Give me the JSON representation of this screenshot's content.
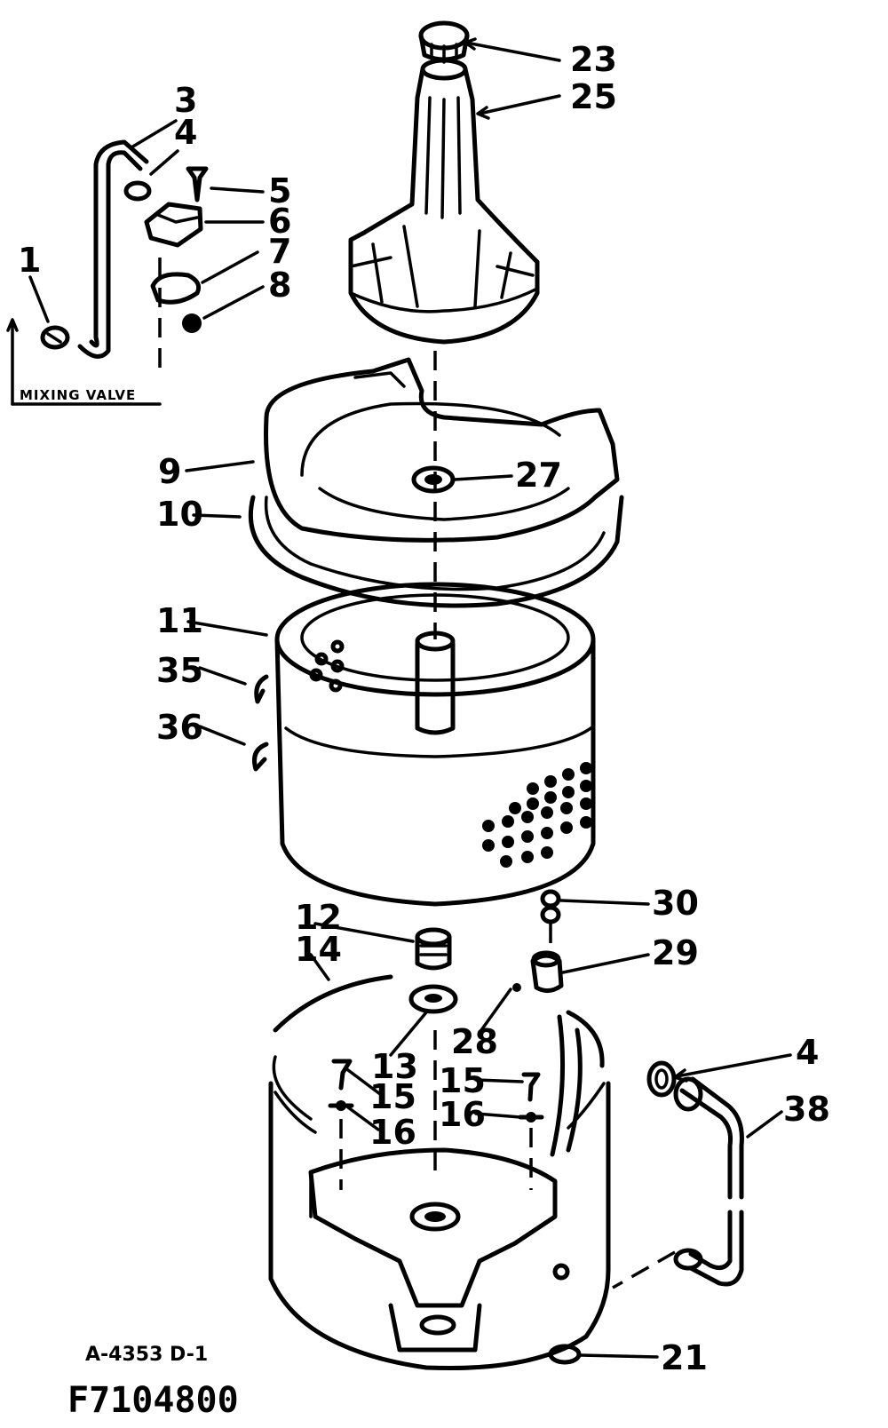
{
  "labels": {
    "p1": "1",
    "p3": "3",
    "p4a": "4",
    "p5": "5",
    "p6": "6",
    "p7": "7",
    "p8": "8",
    "p9": "9",
    "p10": "10",
    "p11": "11",
    "p12": "12",
    "p13": "13",
    "p14": "14",
    "p15a": "15",
    "p15b": "15",
    "p16a": "16",
    "p16b": "16",
    "p21": "21",
    "p23": "23",
    "p25": "25",
    "p27": "27",
    "p28": "28",
    "p29": "29",
    "p30": "30",
    "p35": "35",
    "p36": "36",
    "p4b": "4",
    "p38": "38"
  },
  "mixing_valve": "MIXING VALVE",
  "footer": {
    "ref": "A-4353 D-1",
    "model": "F7104800"
  }
}
